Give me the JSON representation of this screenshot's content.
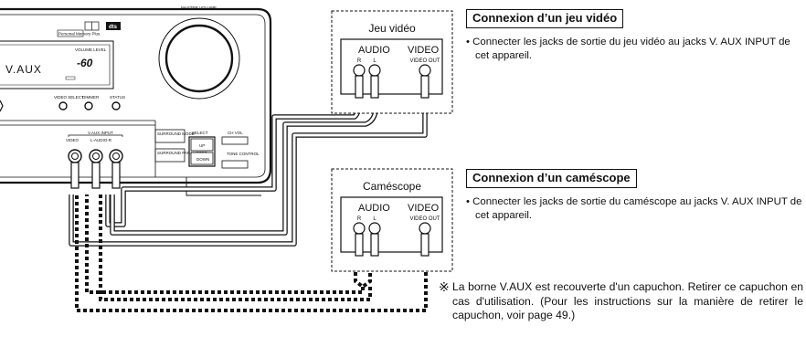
{
  "receiver": {
    "badge_personal_memory": "Personal Memory Plus",
    "badge_dts": "dts",
    "label_master_volume": "MASTER VOLUME",
    "label_volume_level": "VOLUME LEVEL",
    "display_text": "V.AUX",
    "display_level": "-60",
    "button_video_select": "VIDEO SELECT",
    "button_dimmer": "DIMMER",
    "button_status": "STATUS",
    "vaux_input_label": "V.AUX INPUT",
    "vaux_video": "VIDEO",
    "vaux_audio": "L-AUDIO-R",
    "jack_left": "L",
    "jack_right": "R",
    "surround_mode": "SURROUND MODE",
    "surround_parameter": "SURROUND PARAMETER",
    "select": "SELECT",
    "up": "UP",
    "down": "DOWN",
    "ch_vol": "CH VOL",
    "tone_control": "TONE CONTROL"
  },
  "game": {
    "box_title": "Jeu vidéo",
    "audio": "AUDIO",
    "video": "VIDEO",
    "r": "R",
    "l": "L",
    "video_out": "VIDEO OUT"
  },
  "camcorder": {
    "box_title": "Caméscope",
    "audio": "AUDIO",
    "video": "VIDEO",
    "r": "R",
    "l": "L",
    "video_out": "VIDEO OUT"
  },
  "sections": [
    {
      "title": "Connexion d’un jeu vidéo",
      "bullet": "• Connecter les jacks de sortie du jeu vidéo au jacks V. AUX INPUT de cet appareil."
    },
    {
      "title": "Connexion d’un caméscope",
      "bullet": "• Connecter les jacks de sortie du caméscope au jacks V. AUX INPUT de cet appareil."
    }
  ],
  "note": {
    "mark": "※",
    "text": "La borne V.AUX est recouverte d'un capuchon. Retirer ce capuchon en cas d'utilisation. (Pour les instructions sur la manière de retirer le capuchon, voir page 49.)"
  }
}
